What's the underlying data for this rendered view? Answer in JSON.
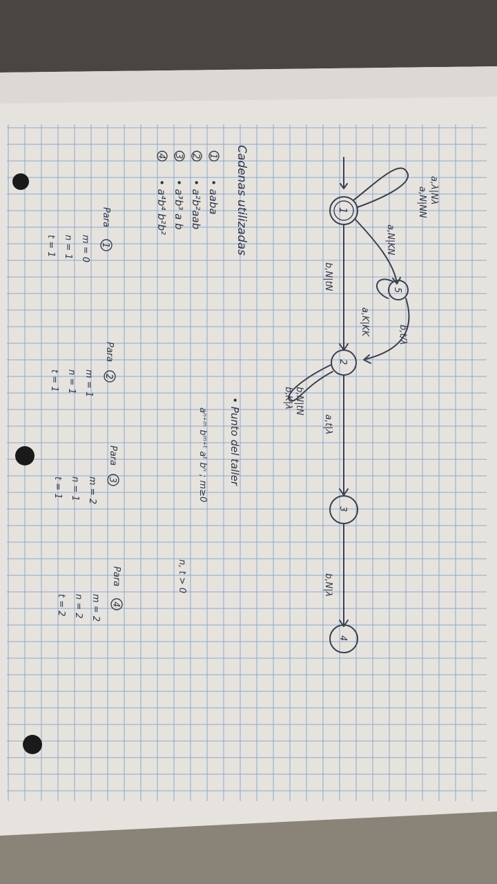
{
  "notebook": {
    "title": "Cadenas utilizadas",
    "bullets": [
      {
        "num": "1",
        "text": "• aaba"
      },
      {
        "num": "2",
        "text": "• a²b²aab"
      },
      {
        "num": "3",
        "text": "• a³b³ a b"
      },
      {
        "num": "4",
        "text": "• a⁴b⁴ b²b²"
      }
    ],
    "section2": "• Punto del taller",
    "formula": "aⁿ⁺ᵐ bᵐ⁺ᵗ aᵗ bⁿ ;  m≥0",
    "formula2": "n, t > 0",
    "cases": [
      {
        "label": "Para",
        "num": "1",
        "m": "m = 0",
        "n": "n = 1",
        "t": "t = 1"
      },
      {
        "label": "Para",
        "num": "2",
        "m": "m = 1",
        "n": "n = 1",
        "t": "t = 1"
      },
      {
        "label": "Para",
        "num": "3",
        "m": "m = 2",
        "n": "n = 1",
        "t": "t = 1"
      },
      {
        "label": "Para",
        "num": "4",
        "m": "m = 2",
        "n": "n = 2",
        "t": "t = 2"
      }
    ]
  },
  "automaton": {
    "states": [
      "1",
      "5",
      "2",
      "3",
      "4"
    ],
    "transitions": {
      "loop1_a": "a,λ|Nλ",
      "loop1_b": "a,N|NN",
      "t1_5": "a,N|KN",
      "loop5": "a,K|KK",
      "t5_2": "b,t/λ",
      "t1_2": "b,N|tN",
      "loop2_a": "b,N|tN",
      "loop2_b": "b,K|λ",
      "t2_3": "a,t|λ",
      "t3_4": "b,N|λ"
    }
  }
}
